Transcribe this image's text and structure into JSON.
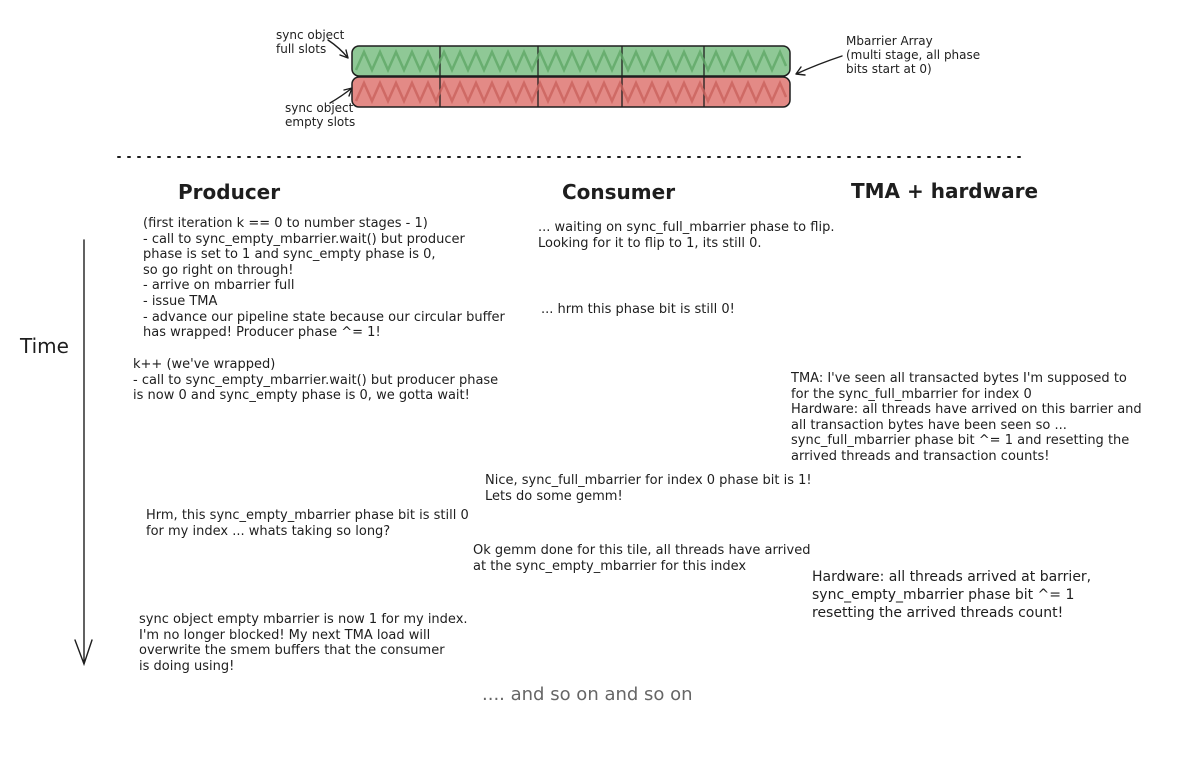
{
  "array": {
    "full_label": "sync object\nfull slots",
    "empty_label": "sync object\nempty slots",
    "array_label": "Mbarrier Array\n(multi stage, all phase\nbits start at 0)",
    "slot_count": 5,
    "colors": {
      "full": "#8fc896",
      "empty": "#e38a86",
      "stroke": "#1e1e1e"
    }
  },
  "headers": {
    "producer": "Producer",
    "consumer": "Consumer",
    "tma": "TMA + hardware"
  },
  "time_label": "Time",
  "producer": {
    "p1": "(first iteration k == 0 to number stages - 1)\n- call to sync_empty_mbarrier.wait() but producer\nphase is set to 1 and sync_empty phase is 0,\nso go right on through!\n- arrive on mbarrier full\n- issue TMA\n- advance our pipeline state because our circular buffer\nhas wrapped! Producer phase ^= 1!",
    "p2": "k++ (we've wrapped)\n- call to sync_empty_mbarrier.wait() but producer phase\nis now 0 and sync_empty phase is 0, we gotta wait!",
    "p3": "Hrm, this sync_empty_mbarrier phase bit is still 0\nfor my index ... whats taking so long?",
    "p4": "sync object empty mbarrier is now 1 for my index.\nI'm no longer blocked! My next TMA load will\noverwrite the smem buffers that the consumer\nis doing using!"
  },
  "consumer": {
    "c1": "... waiting on sync_full_mbarrier phase to flip.\nLooking for it to flip to 1, its still 0.",
    "c2": "... hrm this phase bit is still 0!",
    "c3": "Nice, sync_full_mbarrier for index 0 phase bit is 1!\nLets do some gemm!",
    "c4": "Ok gemm done for this tile, all threads have arrived\nat the sync_empty_mbarrier for this index"
  },
  "tma": {
    "t1": "TMA: I've seen all transacted bytes I'm supposed to\nfor the sync_full_mbarrier for index 0\nHardware: all threads have arrived on this barrier and\nall transaction bytes have been seen so ...\nsync_full_mbarrier phase bit ^= 1 and resetting the\narrived threads and transaction counts!",
    "t2": "Hardware: all threads arrived at barrier,\nsync_empty_mbarrier phase bit ^= 1\nresetting the arrived threads count!"
  },
  "tail": ".... and so on and so on"
}
